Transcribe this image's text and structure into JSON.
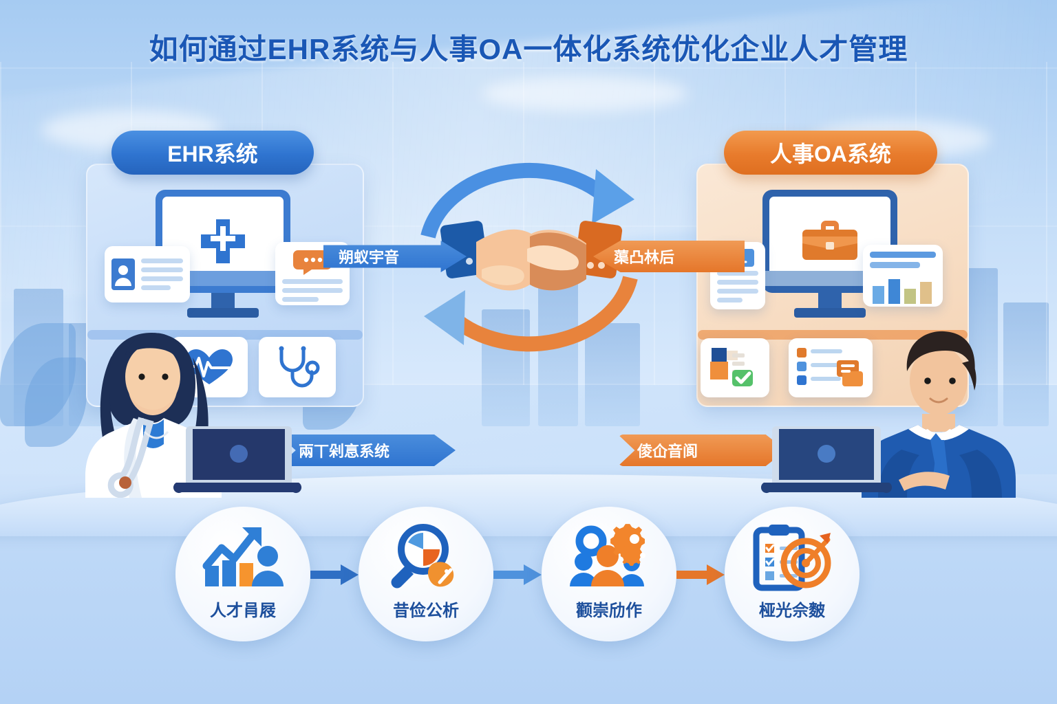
{
  "title": "如何通过EHR系统与人事OA一体化系统优化企业人才管理",
  "colors": {
    "brand_blue": "#2f74d0",
    "brand_blue_dark": "#1d4f9c",
    "brand_orange": "#e5762a",
    "accent_orange_light": "#f29a4e",
    "background": "#bed9f6",
    "card_white": "#ffffff",
    "success_green": "#4caf50"
  },
  "left_panel": {
    "badge_label": "EHR系统",
    "monitor_icon": "medical-cross-icon",
    "cards": [
      {
        "name": "patient-id-card",
        "icon": "person-id-icon",
        "lines": 4
      },
      {
        "name": "chat-record-card",
        "icon": "chat-bubble-icon",
        "lines": 3
      }
    ],
    "tiles": [
      {
        "name": "heartbeat-tile",
        "icon": "heart-pulse-icon"
      },
      {
        "name": "stethoscope-tile",
        "icon": "stethoscope-icon"
      }
    ],
    "person": {
      "name": "doctor-avatar",
      "role_icon": "white-coat-stethoscope",
      "device": "laptop-icon"
    }
  },
  "right_panel": {
    "badge_label": "人事OA系统",
    "monitor_icon": "briefcase-icon",
    "cards": [
      {
        "name": "document-card",
        "icon": "send-message-icon",
        "lines": 4
      },
      {
        "name": "report-chart-card",
        "icon": "bar-chart-icon",
        "lines": 2
      }
    ],
    "tiles": [
      {
        "name": "approval-tile",
        "icon": "check-mark-icon"
      },
      {
        "name": "task-list-tile",
        "icon": "checklist-icon"
      }
    ],
    "person": {
      "name": "hr-manager-avatar",
      "role_icon": "business-suit-tie",
      "device": "laptop-icon"
    }
  },
  "center": {
    "icon": "handshake-icon",
    "cycle_arrow_top": "arrow-clockwise-blue",
    "cycle_arrow_bottom": "arrow-counterclockwise-orange"
  },
  "connectors": {
    "mid_left_label": "朔蚁宇音",
    "mid_right_label": "蕖凸林后",
    "low_left_label": "兩丅剁悥系统",
    "low_right_label": "倰仚音阆"
  },
  "flow": {
    "nodes": [
      {
        "label": "人才肙屐",
        "icon": "growth-chart-person-icon"
      },
      {
        "label": "昔俭公析",
        "icon": "magnifier-pie-chart-icon"
      },
      {
        "label": "颧崇劤作",
        "icon": "team-gears-icon"
      },
      {
        "label": "桠光佘麬",
        "icon": "clipboard-target-icon"
      }
    ],
    "arrows": [
      {
        "name": "flow-arrow-1",
        "color": "#2f6fc4"
      },
      {
        "name": "flow-arrow-2",
        "color": "#4f92dd"
      },
      {
        "name": "flow-arrow-3",
        "color": "#e5762a"
      }
    ]
  }
}
